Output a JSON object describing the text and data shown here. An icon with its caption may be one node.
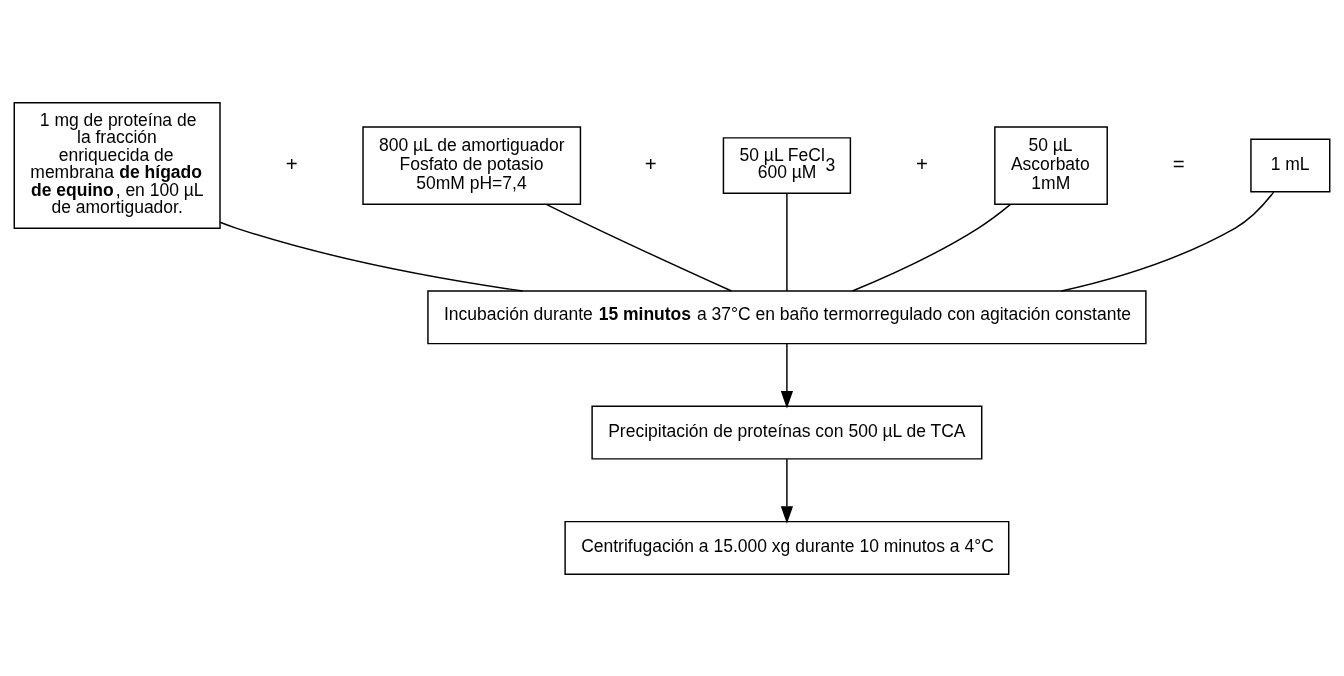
{
  "diagram": {
    "nodes": [
      {
        "text": [
          "1 mg de proteína de la fracción enriquecida de membrana **de hígado de equino**, en 100 µL de amortiguador."
        ]
      },
      {
        "text": [
          "800 µL de amortiguador Fosfato de potasio 50mM pH=7,4"
        ]
      },
      {
        "text": [
          "50 µL FeCl$_{3}$ 600 µM"
        ]
      },
      {
        "text": [
          "50 µL Ascorbato 1mM"
        ]
      },
      {
        "text": [
          "1 mL"
        ]
      },
      {
        "text": [
          "Incubación durante **15 minutos** a 37°C en baño termorregulado con agitación constante"
        ]
      },
      {
        "text": [
          "Precipitación de proteínas con 500 µL de TCA"
        ]
      },
      {
        "text": [
          "Centrifugación a 15.000 xg durante 10 minutos a 4°C"
        ]
      }
    ],
    "edges": [
      {
        "from": 0,
        "to": 5,
        "arrow": "none"
      },
      {
        "from": 1,
        "to": 5,
        "arrow": "none"
      },
      {
        "from": 2,
        "to": 5,
        "arrow": "none"
      },
      {
        "from": 3,
        "to": 5,
        "arrow": "none"
      },
      {
        "from": 4,
        "to": 5,
        "arrow": "none"
      },
      {
        "from": 5,
        "to": 6,
        "arrow": "to"
      },
      {
        "from": 6,
        "to": 7,
        "arrow": "to"
      }
    ],
    "labels": [
      "+",
      "+",
      "+",
      "="
    ]
  }
}
